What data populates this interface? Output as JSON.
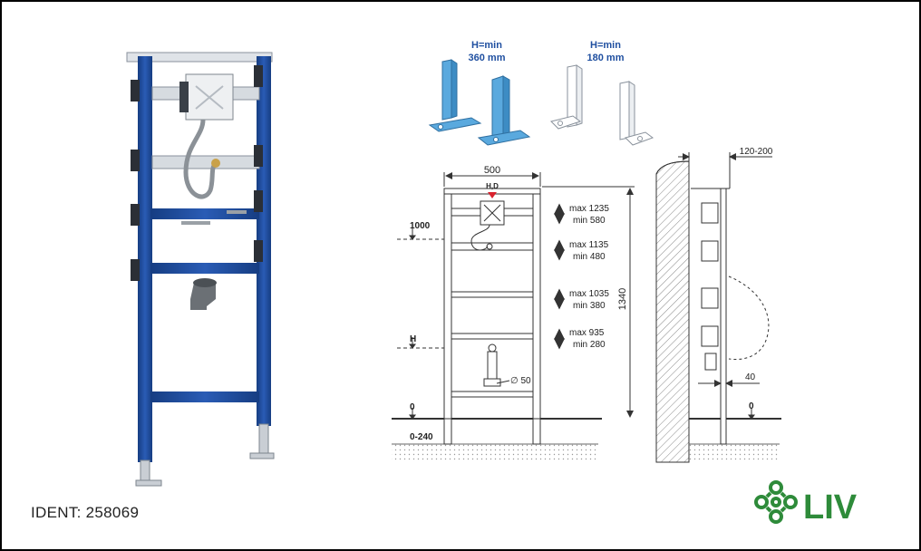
{
  "ident": {
    "label": "IDENT:",
    "value": "258069"
  },
  "brand": {
    "name": "LIV",
    "color": "#2e8b3a"
  },
  "colors": {
    "frame_blue": "#1f4fa0",
    "bracket_blue": "#5aa9de",
    "line": "#333333"
  },
  "feet": {
    "tall_label": [
      "H=min",
      "360 mm"
    ],
    "short_label": [
      "H=min",
      "180 mm"
    ]
  },
  "front_view": {
    "width": "500",
    "height_total": "1340",
    "ref_1000": "1000",
    "ref_h": "H",
    "ref_0": "0",
    "floor_range": "0-240",
    "connection": "H,D",
    "drain": "∅ 50",
    "adjust": [
      {
        "max": "max 1235",
        "min": "min 580"
      },
      {
        "max": "max 1135",
        "min": "min 480"
      },
      {
        "max": "max 1035",
        "min": "min 380"
      },
      {
        "max": "max 935",
        "min": "min 280"
      }
    ]
  },
  "side_view": {
    "depth": "120-200",
    "offset": "40",
    "ref_0": "0"
  }
}
